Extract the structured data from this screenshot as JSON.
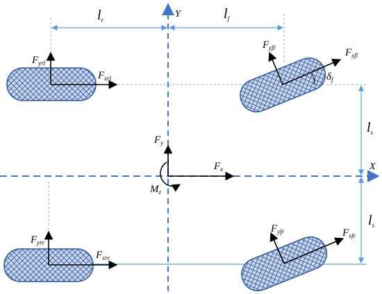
{
  "colors": {
    "axis": "#4472c4",
    "tire_fill": "#c9d7ee",
    "tire_stroke": "#2f5597",
    "arrow": "#000000",
    "dim_line": "#5b9bd5"
  },
  "axes": {
    "x_label": "X",
    "y_label": "Y"
  },
  "dimensions": {
    "lr": {
      "main": "l",
      "sub": "r"
    },
    "lf": {
      "main": "l",
      "sub": "f"
    },
    "ls_top": {
      "main": "l",
      "sub": "s"
    },
    "ls_bottom": {
      "main": "l",
      "sub": "s"
    }
  },
  "center_forces": {
    "fy": {
      "main": "F",
      "sub": "y"
    },
    "fx": {
      "main": "F",
      "sub": "x"
    },
    "mz": {
      "main": "M",
      "sub": "z"
    }
  },
  "wheels": {
    "rear_left": {
      "fy": {
        "main": "F",
        "sub": "yrl"
      },
      "fx": {
        "main": "F",
        "sub": "xrl"
      }
    },
    "front_left": {
      "fy": {
        "main": "F",
        "sub": "yfl"
      },
      "fx": {
        "main": "F",
        "sub": "xfl"
      },
      "delta": {
        "main": "δ",
        "sub": "f"
      }
    },
    "rear_right": {
      "fy": {
        "main": "F",
        "sub": "yrr"
      },
      "fx": {
        "main": "F",
        "sub": "xrr"
      }
    },
    "front_right": {
      "fy": {
        "main": "F",
        "sub": "yfr"
      },
      "fx": {
        "main": "F",
        "sub": "xfr"
      }
    }
  }
}
